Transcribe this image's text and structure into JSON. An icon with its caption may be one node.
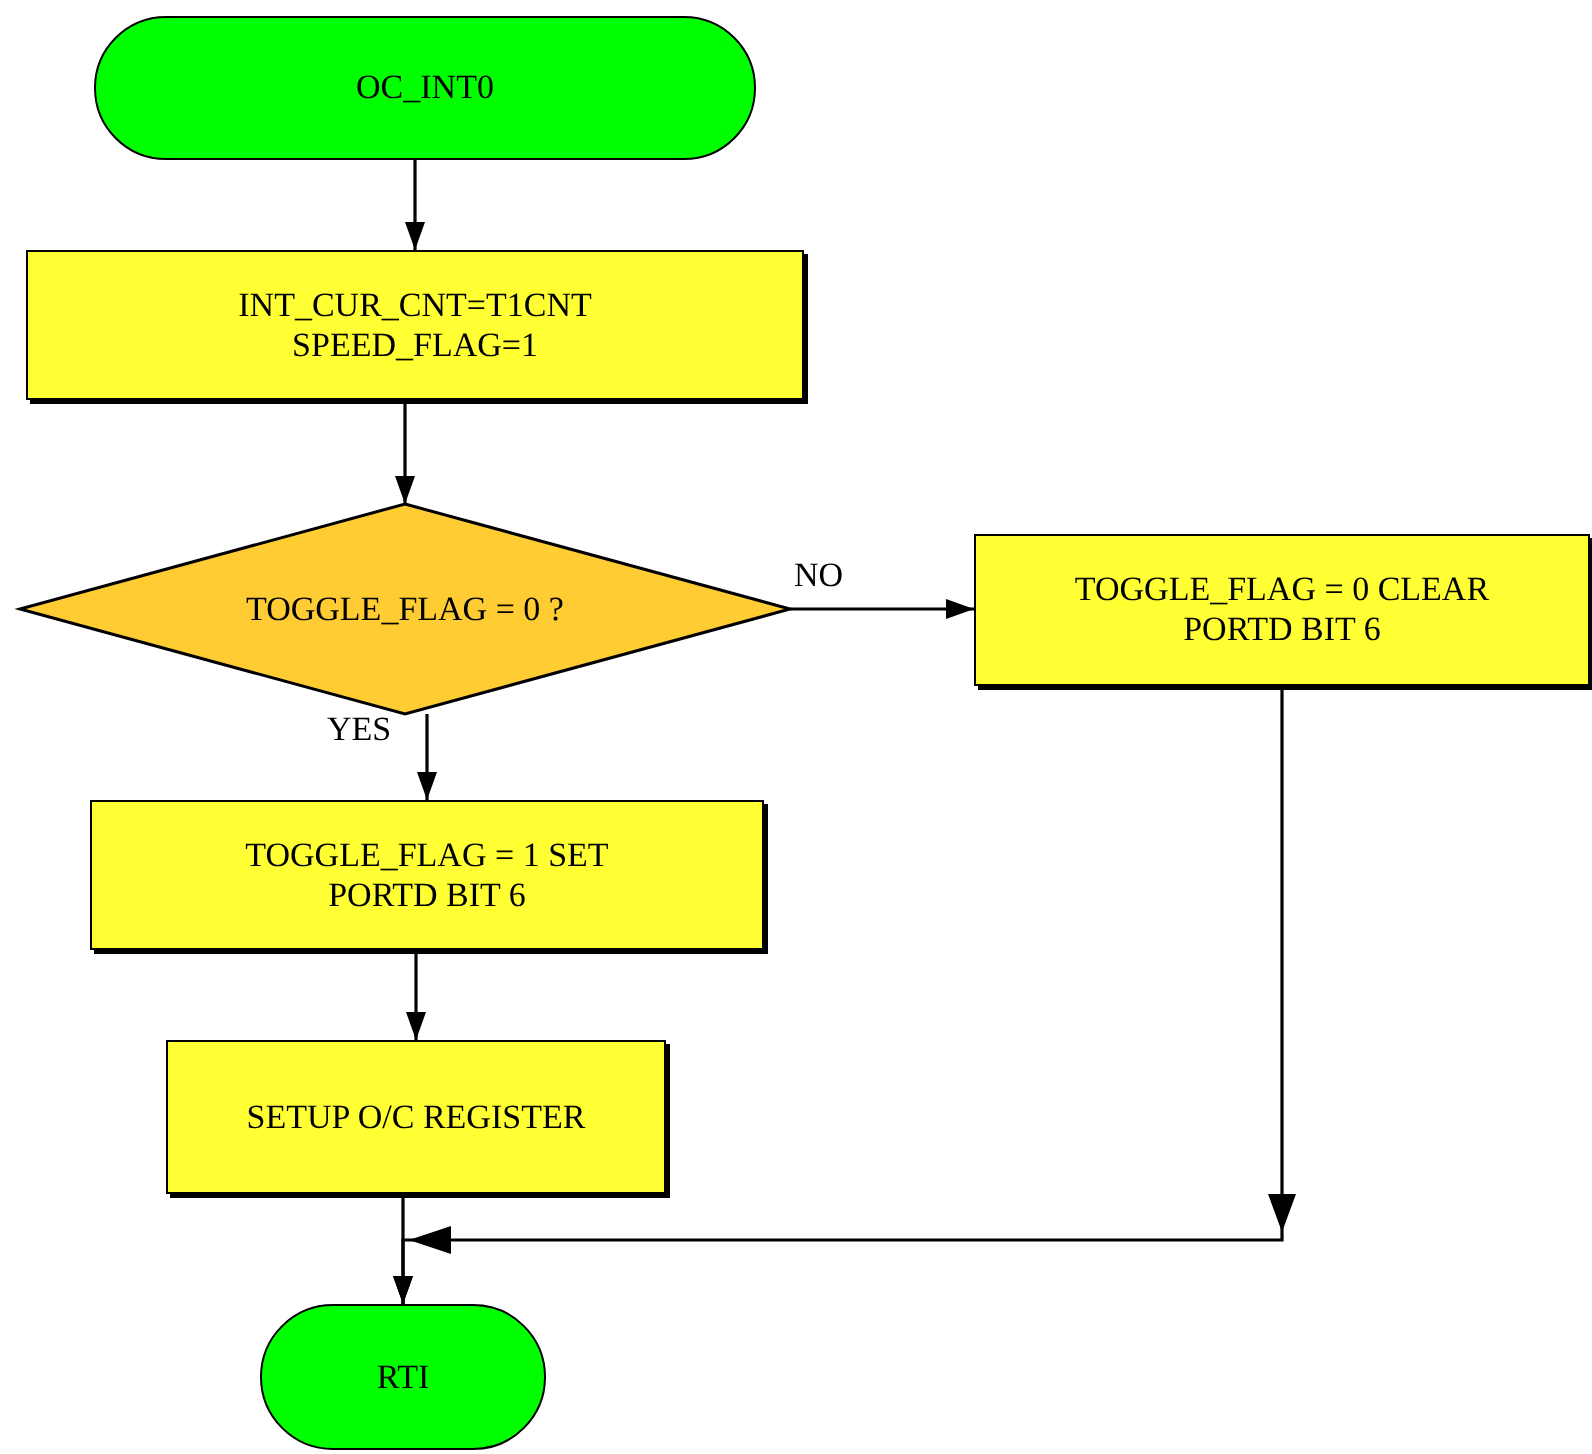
{
  "diagram": {
    "nodes": [
      {
        "text": [
          "OC_INT0"
        ]
      },
      {
        "text": [
          "INT_CUR_CNT=T1CNT SPEED_FLAG=1"
        ]
      },
      {
        "text": [
          "TOGGLE_FLAG = 0 ?"
        ]
      },
      {
        "text": [
          "TOGGLE_FLAG = 0 CLEAR PORTD BIT 6"
        ]
      },
      {
        "text": [
          "TOGGLE_FLAG = 1 SET PORTD BIT 6"
        ]
      },
      {
        "text": [
          "SETUP O/C REGISTER"
        ]
      },
      {
        "text": [
          "RTI"
        ]
      }
    ],
    "edges": [
      {
        "from": 0,
        "to": 1,
        "arrow": "to"
      },
      {
        "from": 1,
        "to": 2,
        "arrow": "to"
      },
      {
        "from": 2,
        "to": 3,
        "arrow": "to",
        "label": "NO"
      },
      {
        "from": 2,
        "to": 4,
        "arrow": "to",
        "label": "YES"
      },
      {
        "from": 4,
        "to": 5,
        "arrow": "to"
      },
      {
        "from": 5,
        "to": 6,
        "arrow": "to"
      },
      {
        "from": 3,
        "to": 6,
        "arrow": "to"
      }
    ]
  }
}
